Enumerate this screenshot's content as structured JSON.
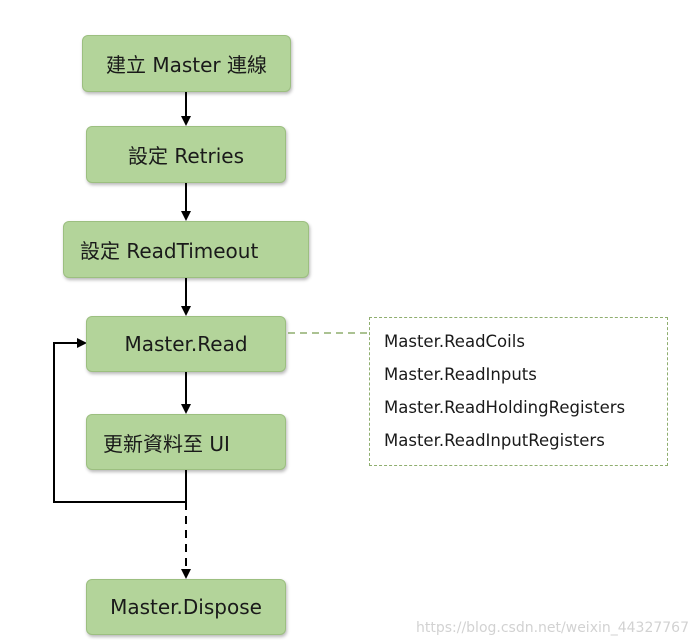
{
  "steps": [
    {
      "id": "connect",
      "label": "建立 Master 連線"
    },
    {
      "id": "retries",
      "label": "設定 Retries"
    },
    {
      "id": "timeout",
      "label": "設定 ReadTimeout"
    },
    {
      "id": "read",
      "label": "Master.Read"
    },
    {
      "id": "update",
      "label": "更新資料至 UI"
    },
    {
      "id": "dispose",
      "label": "Master.Dispose"
    }
  ],
  "read_methods": [
    "Master.ReadCoils",
    "Master.ReadInputs",
    "Master.ReadHoldingRegisters",
    "Master.ReadInputRegisters"
  ],
  "colors": {
    "box_fill": "#b3d49a",
    "box_border": "#9cbf80",
    "dashed_border": "#8fae6f",
    "arrow": "#000000"
  },
  "watermark": "https://blog.csdn.net/weixin_44327767"
}
